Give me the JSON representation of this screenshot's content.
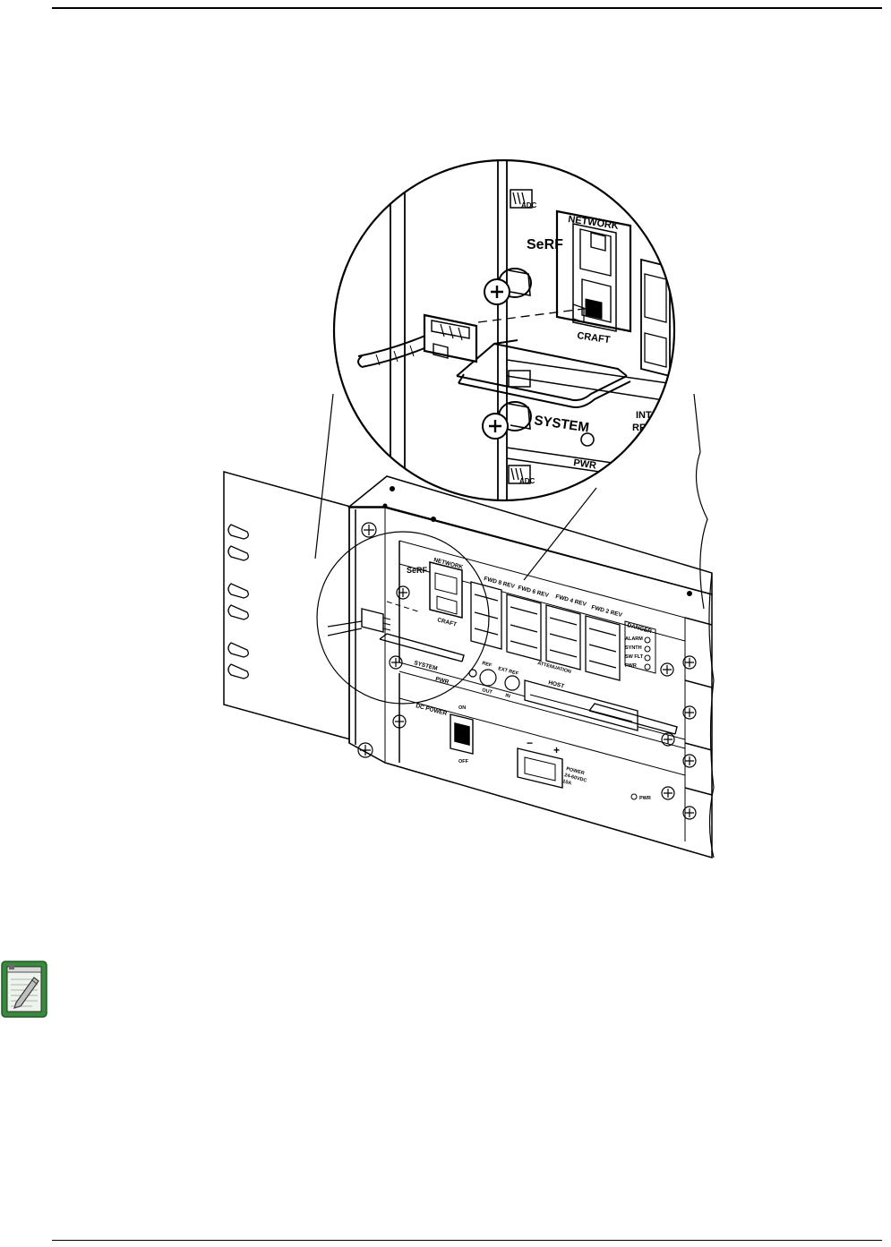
{
  "figure": {
    "zoom": {
      "logo": "ADC",
      "brand": "SeRF",
      "network_label": "NETWORK",
      "craft_label": "CRAFT",
      "system_label": "SYSTEM",
      "pwr_label": "PWR",
      "right_label_top": "INT",
      "right_label_bottom": "RF"
    },
    "chassis": {
      "brand": "SeRF",
      "network_label": "NETWORK",
      "craft_label": "CRAFT",
      "system_label": "SYSTEM",
      "pwr_label": "PWR",
      "fwd_rev_labels": [
        "FWD 8 REV",
        "FWD 6 REV",
        "FWD 4 REV",
        "FWD 2 REV"
      ],
      "status_title": "DANGER",
      "status_leds": [
        "ALARM",
        "SYNTH",
        "SW FLT",
        "PWR"
      ],
      "attenuator_label": "ATTENUATION",
      "ref_labels": [
        "REF",
        "EXT REF",
        "OUT",
        "IN"
      ],
      "host_label": "HOST",
      "dc_power_label": "DC POWER",
      "on_label": "ON",
      "off_label": "OFF",
      "minus_label": "−",
      "plus_label": "+",
      "power_spec": [
        "POWER",
        "24-60VDC",
        "10A"
      ],
      "pwr_led_label": "PWR"
    }
  },
  "note": {
    "icon": "notepad-pencil-icon"
  }
}
